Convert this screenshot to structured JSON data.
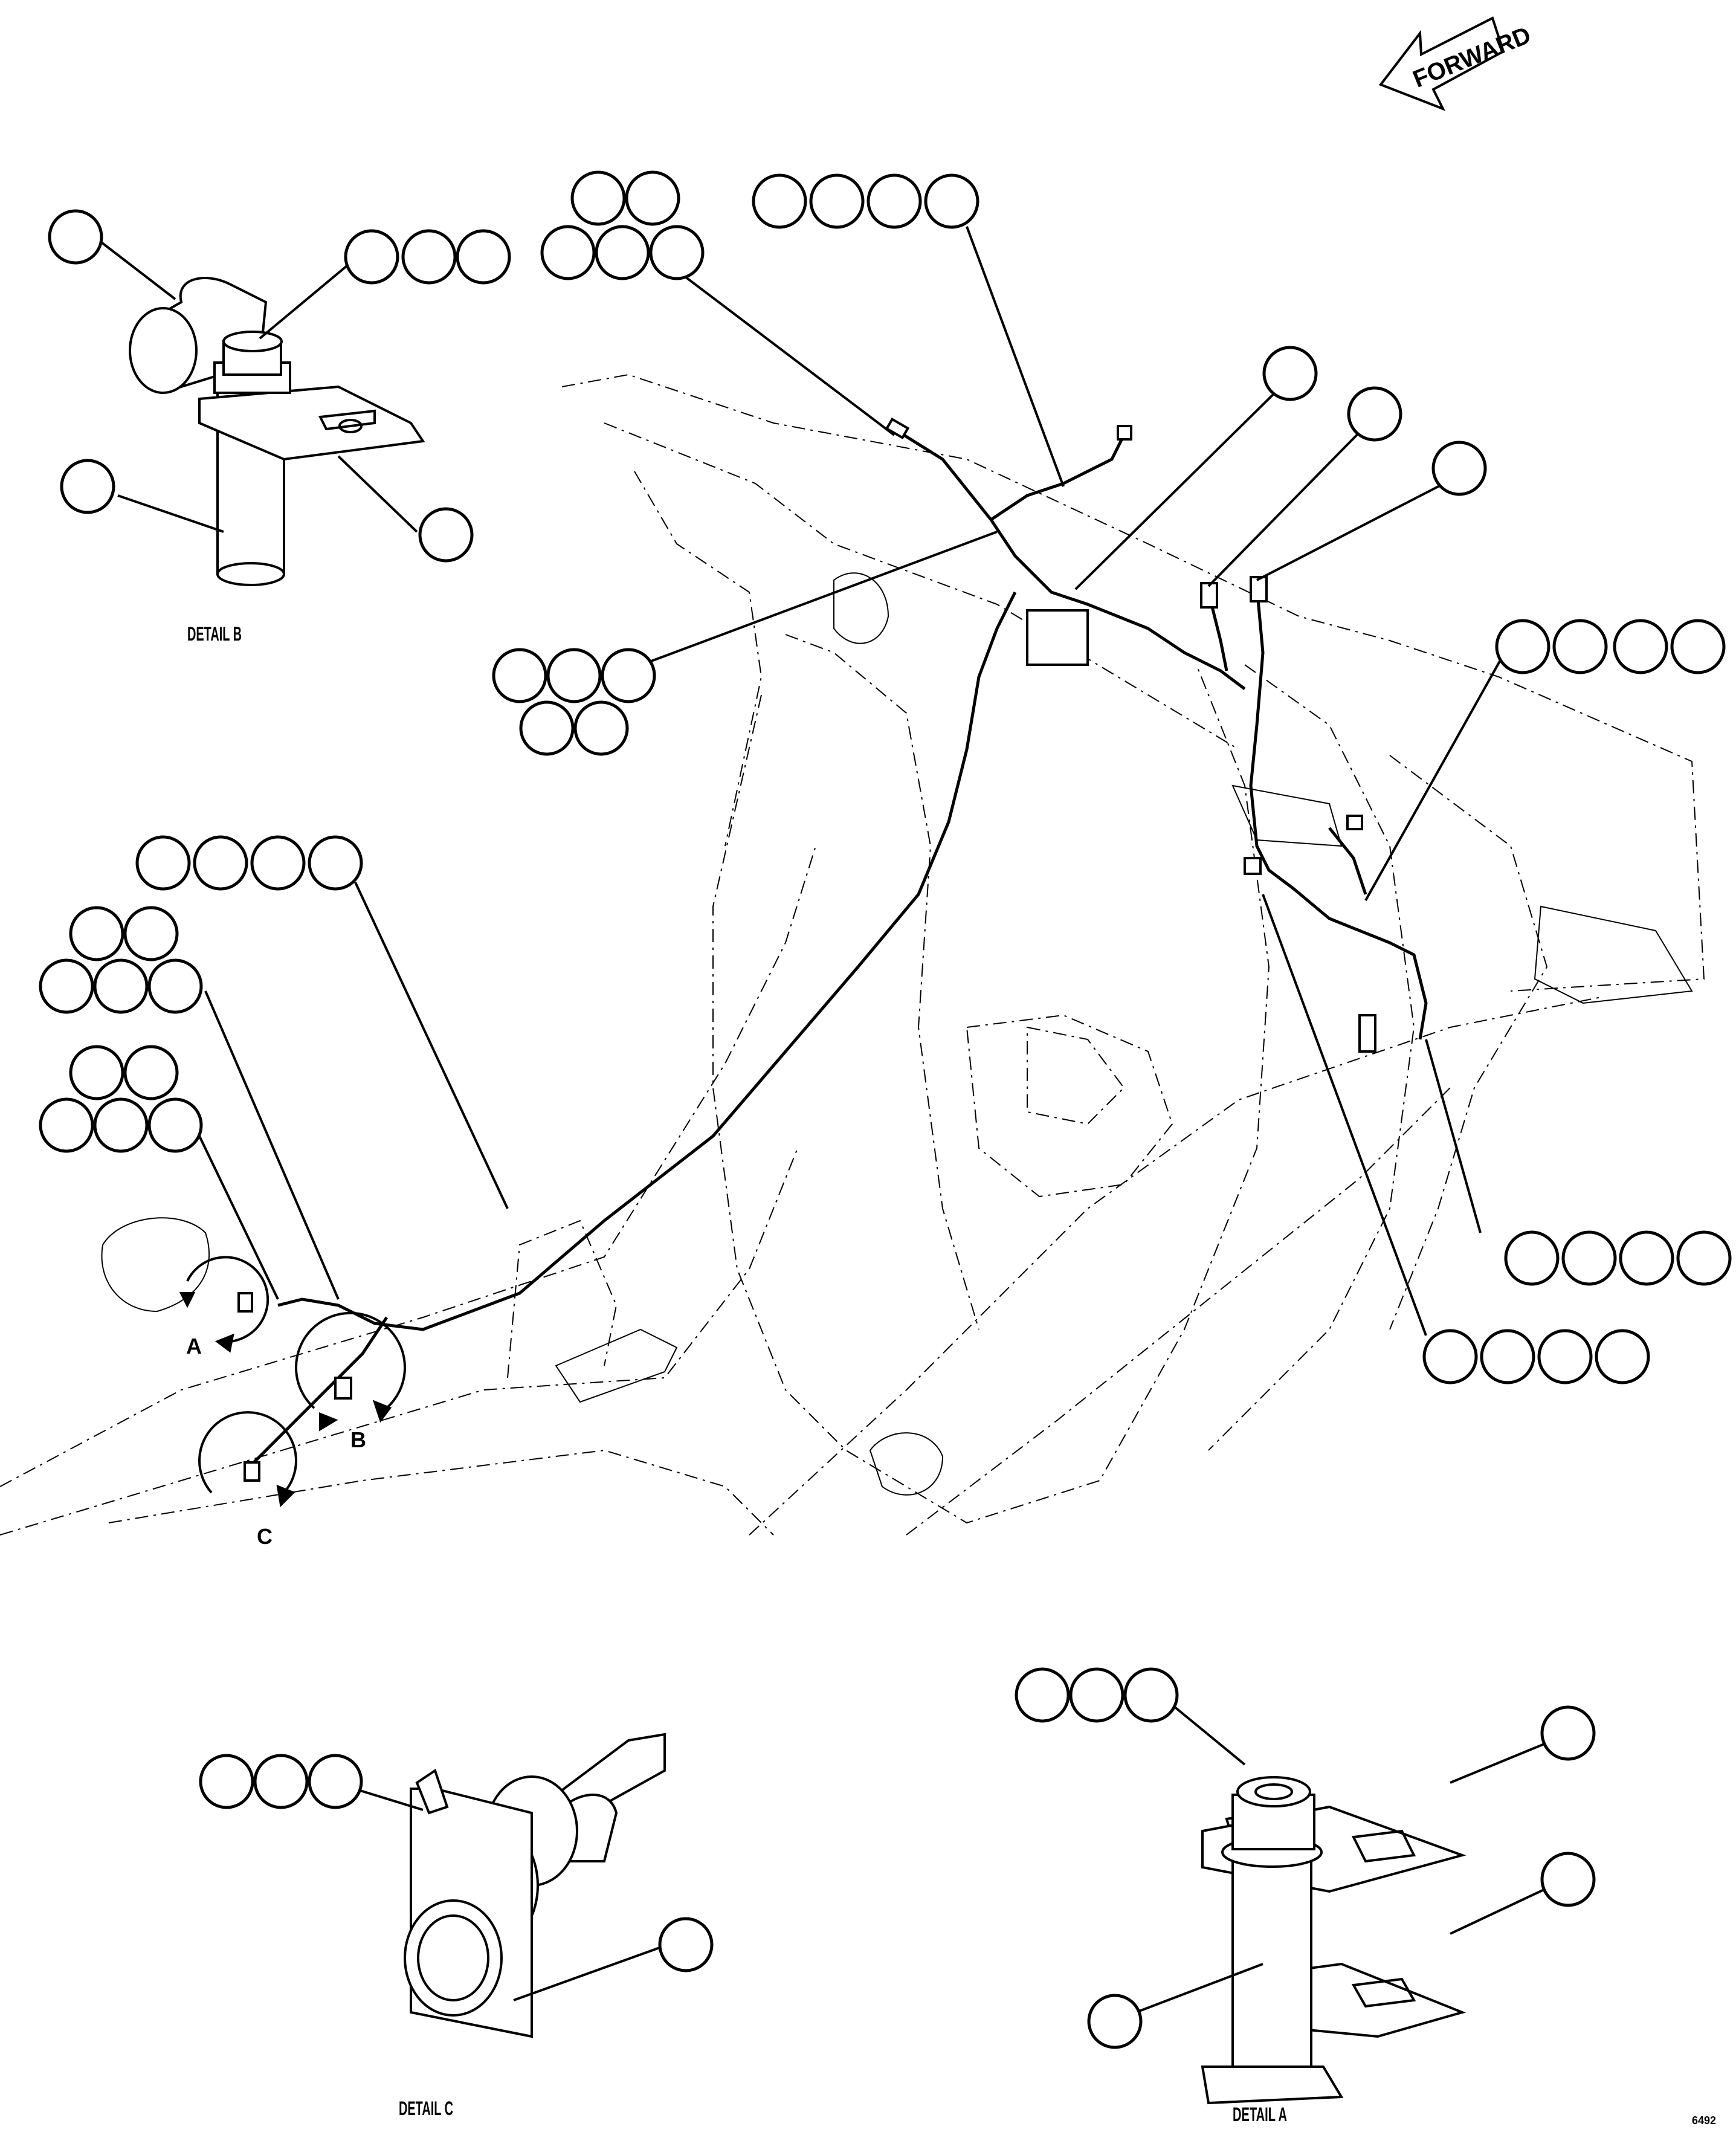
{
  "orientation": {
    "forward_label": "FORWARD"
  },
  "detail_labels": {
    "detail_a": "DETAIL A",
    "detail_b": "DETAIL B",
    "detail_c": "DETAIL C"
  },
  "view_markers": {
    "a": "A",
    "b": "B",
    "c": "C"
  },
  "sheet_id": "6492"
}
